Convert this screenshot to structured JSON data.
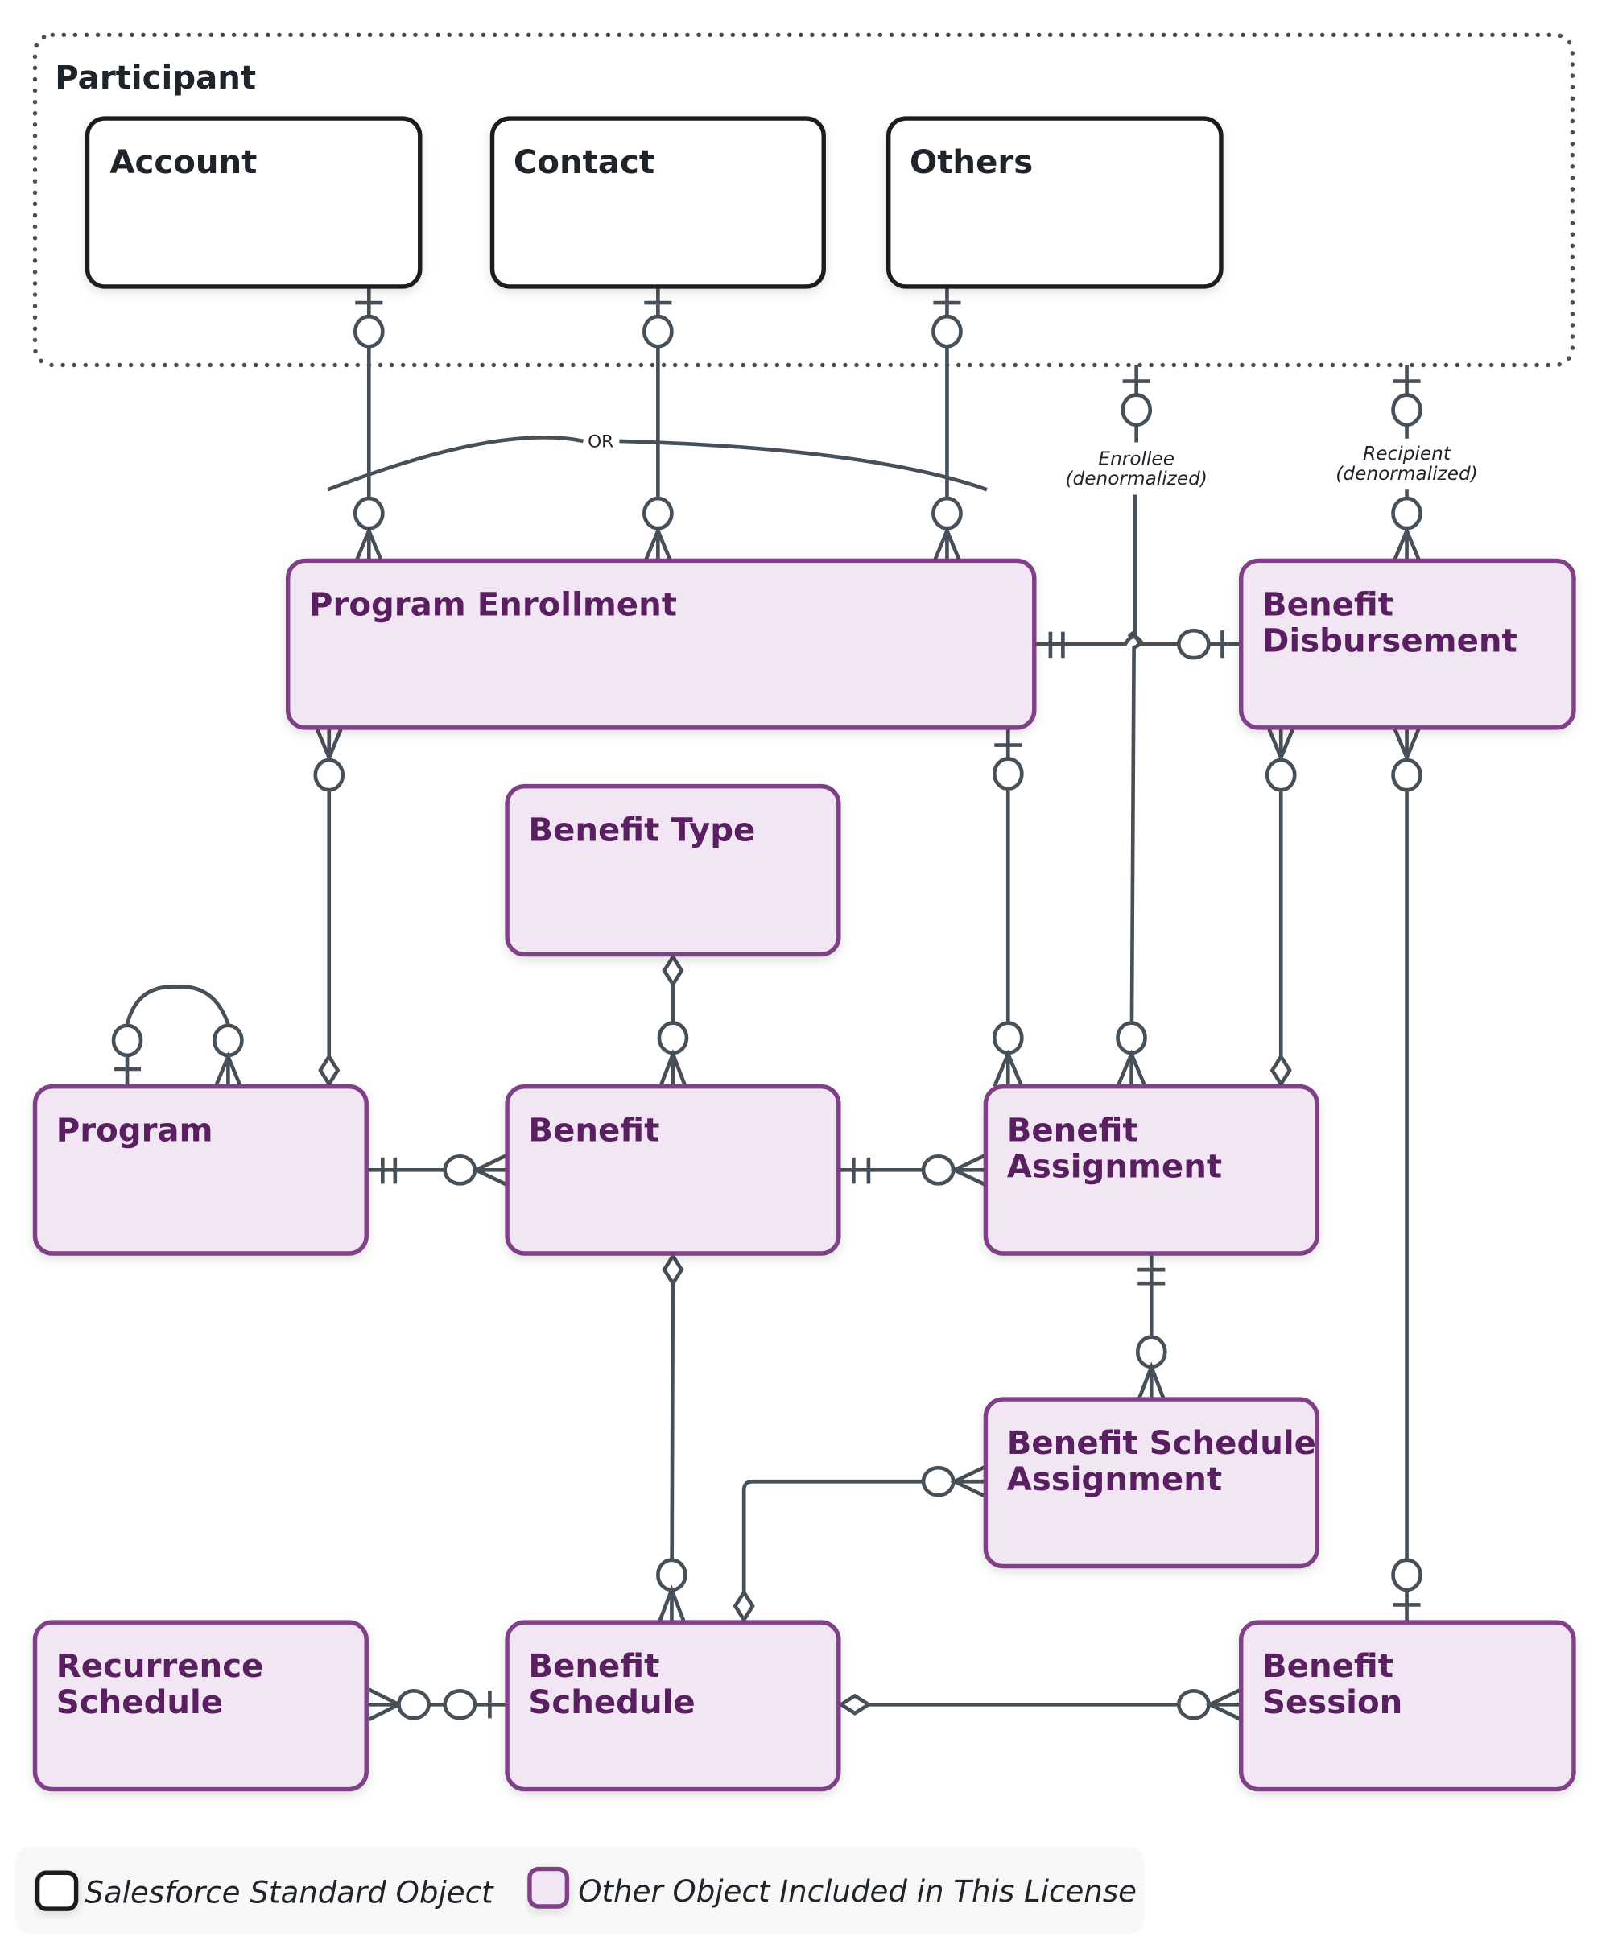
{
  "diagram": {
    "group": {
      "title": "Participant"
    },
    "entities": {
      "account": {
        "lines": [
          "Account"
        ],
        "kind": "standard"
      },
      "contact": {
        "lines": [
          "Contact"
        ],
        "kind": "standard"
      },
      "others": {
        "lines": [
          "Others"
        ],
        "kind": "standard"
      },
      "program_enrollment": {
        "lines": [
          "Program Enrollment"
        ],
        "kind": "license"
      },
      "benefit_disbursement": {
        "lines": [
          "Benefit",
          "Disbursement"
        ],
        "kind": "license"
      },
      "benefit_type": {
        "lines": [
          "Benefit Type"
        ],
        "kind": "license"
      },
      "program": {
        "lines": [
          "Program"
        ],
        "kind": "license"
      },
      "benefit": {
        "lines": [
          "Benefit"
        ],
        "kind": "license"
      },
      "benefit_assignment": {
        "lines": [
          "Benefit",
          "Assignment"
        ],
        "kind": "license"
      },
      "benefit_schedule_assignment": {
        "lines": [
          "Benefit Schedule",
          "Assignment"
        ],
        "kind": "license"
      },
      "recurrence_schedule": {
        "lines": [
          "Recurrence",
          "Schedule"
        ],
        "kind": "license"
      },
      "benefit_schedule": {
        "lines": [
          "Benefit",
          "Schedule"
        ],
        "kind": "license"
      },
      "benefit_session": {
        "lines": [
          "Benefit",
          "Session"
        ],
        "kind": "license"
      }
    },
    "labels": {
      "or": "OR",
      "enrollee": [
        "Enrollee",
        "(denormalized)"
      ],
      "recipient": [
        "Recipient",
        "(denormalized)"
      ]
    },
    "relationships": [
      {
        "from": "Account",
        "to": "Program Enrollment",
        "from_end": "zero-or-one",
        "to_end": "zero-or-many"
      },
      {
        "from": "Contact",
        "to": "Program Enrollment",
        "from_end": "zero-or-one",
        "to_end": "zero-or-many"
      },
      {
        "from": "Others",
        "to": "Program Enrollment",
        "from_end": "zero-or-one",
        "to_end": "zero-or-many"
      },
      {
        "from": "Participant",
        "to": "Benefit Assignment",
        "label": "Enrollee (denormalized)",
        "from_end": "zero-or-one",
        "to_end": "zero-or-many"
      },
      {
        "from": "Participant",
        "to": "Benefit Disbursement",
        "label": "Recipient (denormalized)",
        "from_end": "zero-or-one",
        "to_end": "zero-or-many"
      },
      {
        "from": "Program Enrollment",
        "to": "Benefit Disbursement",
        "from_end": "one-and-only-one",
        "to_end": "zero-or-one"
      },
      {
        "from": "Program Enrollment",
        "to": "Program",
        "from_end": "zero-or-many",
        "to_end": "master-detail"
      },
      {
        "from": "Program Enrollment",
        "to": "Benefit Assignment",
        "from_end": "zero-or-one",
        "to_end": "zero-or-many"
      },
      {
        "from": "Benefit Disbursement",
        "to": "Benefit Assignment",
        "from_end": "zero-or-many",
        "to_end": "master-detail"
      },
      {
        "from": "Benefit Disbursement",
        "to": "Benefit Session",
        "from_end": "zero-or-many",
        "to_end": "zero-or-one"
      },
      {
        "from": "Benefit Type",
        "to": "Benefit",
        "from_end": "master-detail",
        "to_end": "zero-or-many"
      },
      {
        "from": "Program",
        "to": "Program",
        "from_end": "zero-or-one",
        "to_end": "zero-or-many"
      },
      {
        "from": "Program",
        "to": "Benefit",
        "from_end": "one-and-only-one",
        "to_end": "zero-or-many"
      },
      {
        "from": "Benefit",
        "to": "Benefit Assignment",
        "from_end": "one-and-only-one",
        "to_end": "zero-or-many"
      },
      {
        "from": "Benefit",
        "to": "Benefit Schedule",
        "from_end": "master-detail",
        "to_end": "zero-or-many"
      },
      {
        "from": "Benefit Assignment",
        "to": "Benefit Schedule Assignment",
        "from_end": "one-and-only-one",
        "to_end": "zero-or-many"
      },
      {
        "from": "Benefit Schedule",
        "to": "Benefit Schedule Assignment",
        "from_end": "master-detail",
        "to_end": "zero-or-many"
      },
      {
        "from": "Recurrence Schedule",
        "to": "Benefit Schedule",
        "from_end": "zero-or-many",
        "to_end": "zero-or-one"
      },
      {
        "from": "Benefit Schedule",
        "to": "Benefit Session",
        "from_end": "master-detail",
        "to_end": "zero-or-many"
      }
    ]
  },
  "legend": {
    "standard": "Salesforce Standard Object",
    "license": "Other Object Included in This License"
  },
  "colors": {
    "standard_border": "#1c1c1c",
    "standard_fill": "#ffffff",
    "license_border": "#7f3f87",
    "license_fill": "#f2e6f4",
    "license_text": "#5a1f60",
    "connector": "#474f59"
  }
}
